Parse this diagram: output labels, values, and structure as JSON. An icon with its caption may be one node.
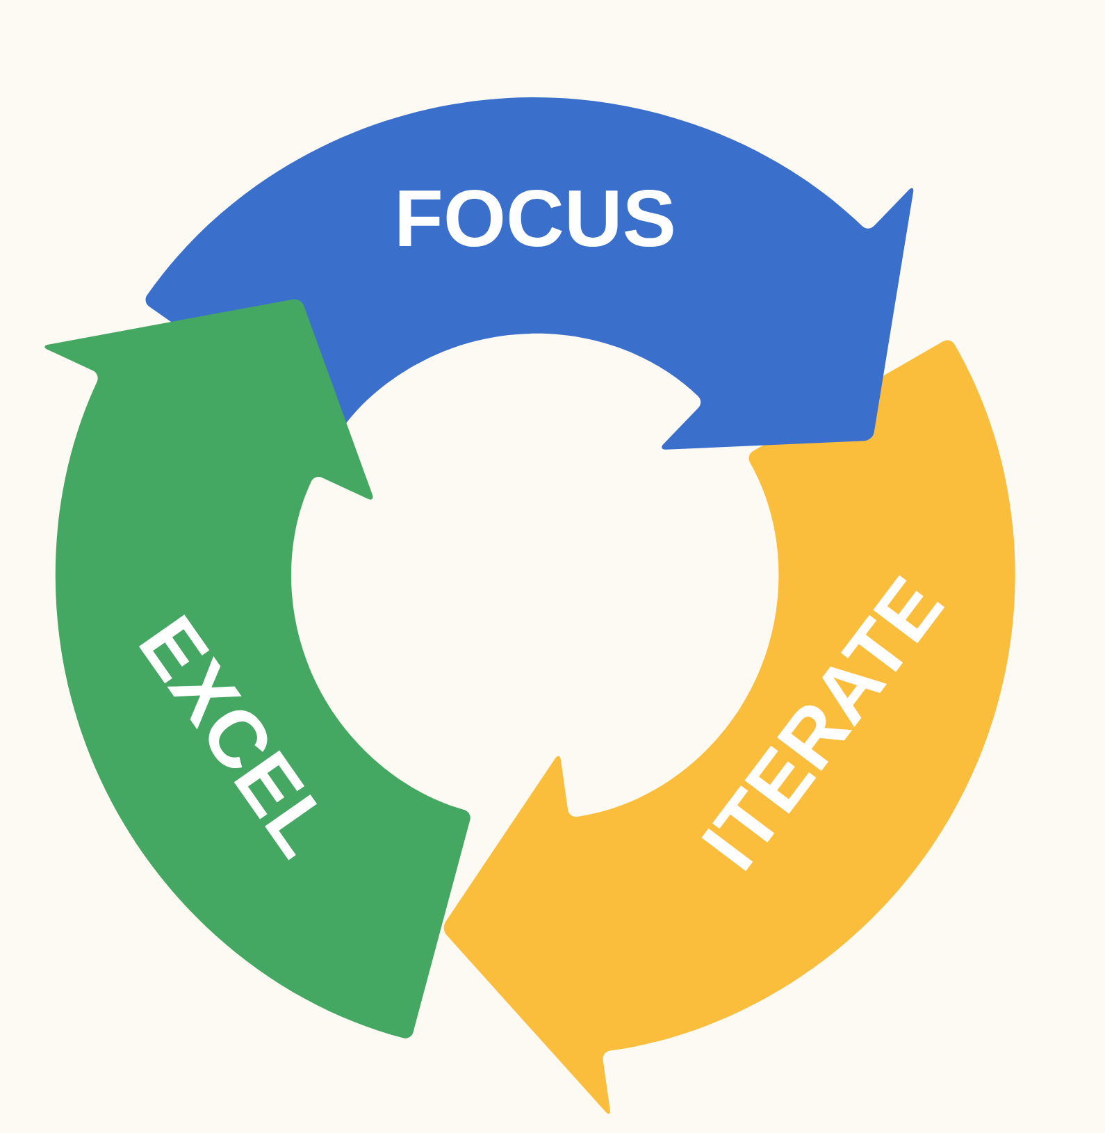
{
  "diagram": {
    "nodes": [
      {
        "text": [
          "FOCUS"
        ]
      },
      {
        "text": [
          "ITERATE"
        ]
      },
      {
        "text": [
          "EXCEL"
        ]
      }
    ]
  }
}
